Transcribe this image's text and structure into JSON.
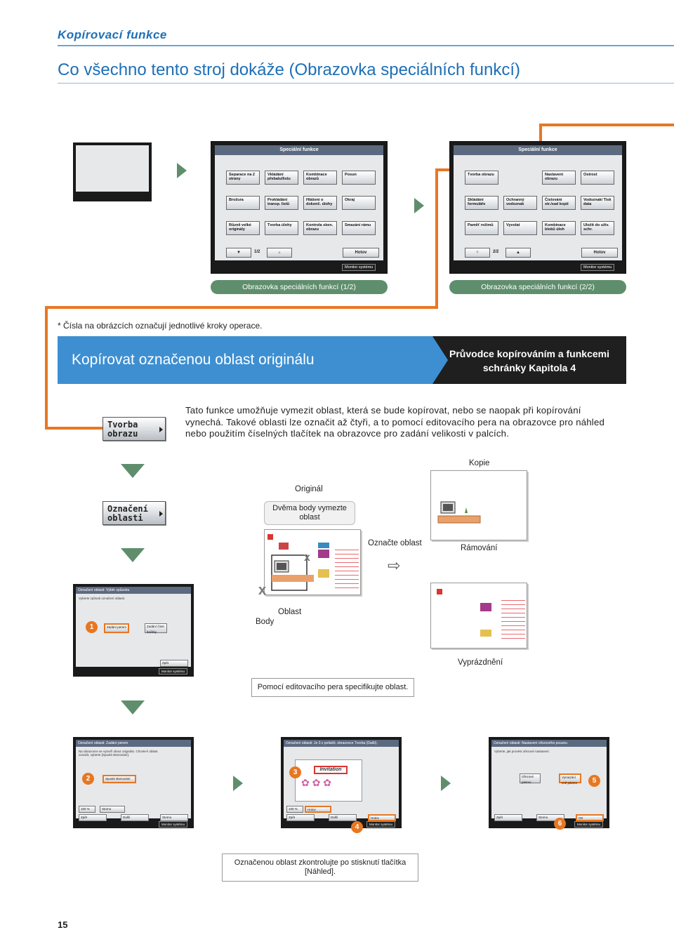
{
  "header": {
    "section_title": "Kopírovací funkce",
    "page_title": "Co všechno tento stroj dokáže (Obrazovka speciálních funkcí)"
  },
  "screens": {
    "screen1": {
      "title": "Speciální funkce",
      "buttons": [
        "Separace na 2 strany",
        "Vkládání přebalu/listu",
        "Kombinace obrazů",
        "Posun",
        "Brožura",
        "Prokládání transp. listů",
        "Hlášení o dokonč. úlohy",
        "Okraj",
        "Různě velké originály",
        "Tvorba úlohy",
        "Kontrola sken. obrazu",
        "Smazání rámu"
      ],
      "page": "1/2",
      "done": "Hotov",
      "monitor": "Monitor systému"
    },
    "screen2": {
      "title": "Speciální funkce",
      "buttons": [
        "Tvorba obrazu",
        "Nastavení obrazu",
        "Ostrost",
        "Skládání formuláře",
        "Ochranný vodoznak",
        "Číslování str./sad kopií",
        "Vodoznak/ Tisk data",
        "Paměť režimů",
        "Vyvolat",
        "Kombinace bloků úloh",
        "Uložit do uživ. schr."
      ],
      "page": "2/2",
      "done": "Hotov",
      "monitor": "Monitor systému"
    },
    "caption1": "Obrazovka speciálních funkcí (1/2)",
    "caption2": "Obrazovka speciálních funkcí (2/2)"
  },
  "note": "* Čísla na obrázcích označují jednotlivé kroky operace.",
  "banner": {
    "title": "Kopírovat označenou oblast originálu",
    "guide_line1": "Průvodce kopírováním a funkcemi",
    "guide_line2": "schránky Kapitola 4"
  },
  "description": "Tato funkce umožňuje vymezit oblast, která se bude kopírovat, nebo se naopak při kopírování vynechá. Takové oblasti lze označit až čtyři, a to pomocí editovacího pera na obrazovce pro náhled nebo použitím číselných tlačítek na obrazovce pro zadání velikosti v palcích.",
  "steps": {
    "step1_button": "Tvorba obrazu",
    "step2_button": "Označení oblasti"
  },
  "diagram": {
    "kopie": "Kopie",
    "original": "Originál",
    "two_points": "Dvěma body vymezte oblast",
    "mark_area": "Označte oblast",
    "framing": "Rámování",
    "body": "Body",
    "oblast": "Oblast",
    "clearing": "Vyprázdnění",
    "pen_note": "Pomocí editovacího pera specifikujte oblast.",
    "confirm_note": "Označenou oblast zkontrolujte po stisknutí tlačítka [Náhled]."
  },
  "small_screens": {
    "select_title": "Označení oblasti: Výběr způsobu",
    "select_prompt": "Vyberte způsob označení oblasti.",
    "select_btn1": "Zadání perem",
    "select_btn2": "Zadání čísel. tlačítky",
    "back": "Zpět",
    "cancel": "Storno",
    "done": "Hotov",
    "next": "Další",
    "ok": "OK",
    "monitor": "Monitor systému",
    "pen_title": "Označení oblasti: Zadání perem",
    "pen_text": "Na obrazovce se vytvoří obraz originálu. Chcete-li oblast označit, vyberte [Spustit skenování].",
    "start_scan": "Spustit skenování",
    "edit_title": "Označení oblasti: Je 0 z potlačit, obrazovce Tvorba (Další).",
    "invitation": "Invitation",
    "zoom": "100 %",
    "set_title": "Označení oblasti: Nastavení ořezového posunu",
    "set_prompt": "Vyberte, jak provést ořezové nastavení.",
    "frame_opt": "Ořezové pásmo",
    "clear_opt": "Vymazání vně pásmo"
  },
  "badges": [
    "1",
    "2",
    "3",
    "4",
    "5",
    "6"
  ],
  "page_number": "15"
}
